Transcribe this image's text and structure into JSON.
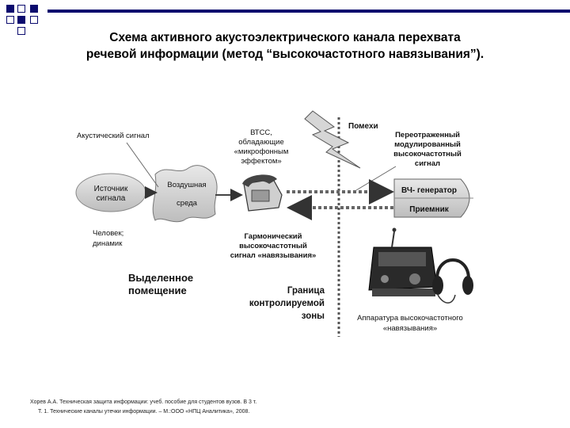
{
  "slide": {
    "title_line1": "Схема активного акустоэлектрического канала перехвата",
    "title_line2": "речевой информации (метод “высокочастотного навязывания”)."
  },
  "diagram": {
    "acoustic_signal": "Акустический сигнал",
    "source_line1": "Источник",
    "source_line2": "сигнала",
    "air_line1": "Воздушная",
    "air_line2": "среда",
    "btss_line1": "ВТСС,",
    "btss_line2": "обладающие",
    "btss_line3": "«микрофонным",
    "btss_line4": "эффектом»",
    "interference": "Помехи",
    "reflected_line1": "Переотраженный",
    "reflected_line2": "модулированный",
    "reflected_line3": "высокочастотный",
    "reflected_line4": "сигнал",
    "hf_generator": "ВЧ- генератор",
    "receiver": "Приемник",
    "person_line1": "Человек;",
    "person_line2": "динамик",
    "harmonic_line1": "Гармонический",
    "harmonic_line2": "высокочастотный",
    "harmonic_line3": "сигнал «навязывания»",
    "room_line1": "Выделенное",
    "room_line2": "помещение",
    "zone_line1": "Граница",
    "zone_line2": "контролируемой",
    "zone_line3": "зоны",
    "equipment_line1": "Аппаратура высокочастотного",
    "equipment_line2": "«навязывания»"
  },
  "reference": {
    "line1": "Хорев А.А. Техническая защита информации: учеб. пособие для студентов вузов. В 3 т.",
    "line2": "Т. 1. Технические каналы утечки информации. – М.:ООО «НПЦ Аналитика», 2008."
  },
  "colors": {
    "accent": "#0b0b6e",
    "diagram_gray": "#d8d8d8",
    "dot_line": "#555555"
  }
}
